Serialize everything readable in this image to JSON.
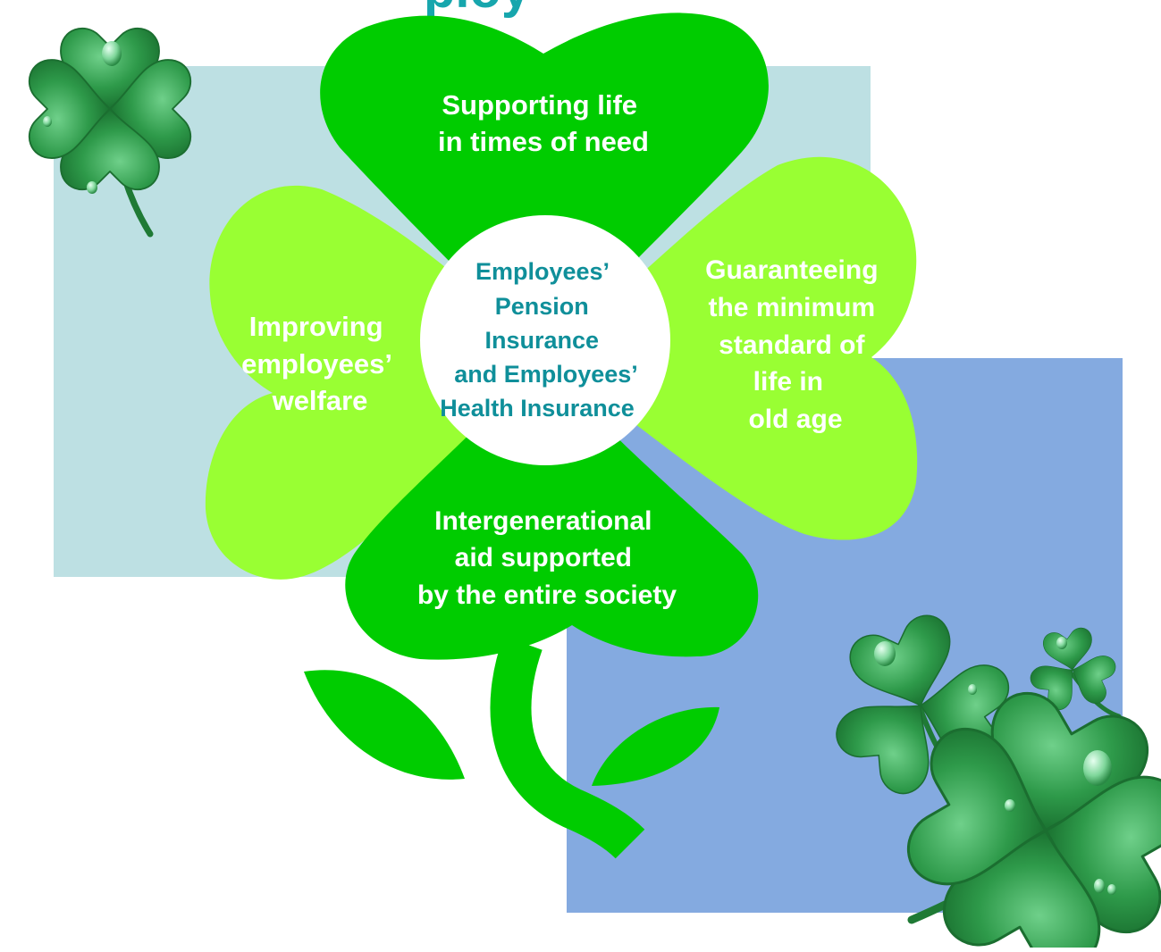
{
  "colors": {
    "panel_light": "#bde0e3",
    "panel_blue": "#84aae0",
    "petal_dark_green": "#00cc00",
    "petal_light_green": "#99ff33",
    "center_text": "#0f8f9a",
    "title_text": "#17a6ad",
    "clover_decor": "#2e9a4a"
  },
  "title": {
    "fragment": "ploy"
  },
  "petals": {
    "top": {
      "lines": [
        "Supporting life",
        "in times of need"
      ]
    },
    "right": {
      "lines": [
        "Guaranteeing",
        "the minimum",
        "standard of",
        "life in",
        "old age"
      ]
    },
    "bottom": {
      "lines": [
        "Intergenerational",
        "aid supported",
        "by the entire society"
      ]
    },
    "left": {
      "lines": [
        "Improving",
        "employees’",
        "welfare"
      ]
    }
  },
  "center": {
    "lines": [
      "Employees’",
      "Pension",
      "Insurance",
      "and Employees’",
      "Health Insurance"
    ]
  },
  "icons": {
    "decor_top_left": "four-leaf-clover-icon",
    "decor_bottom_right": "clover-cluster-icon"
  }
}
